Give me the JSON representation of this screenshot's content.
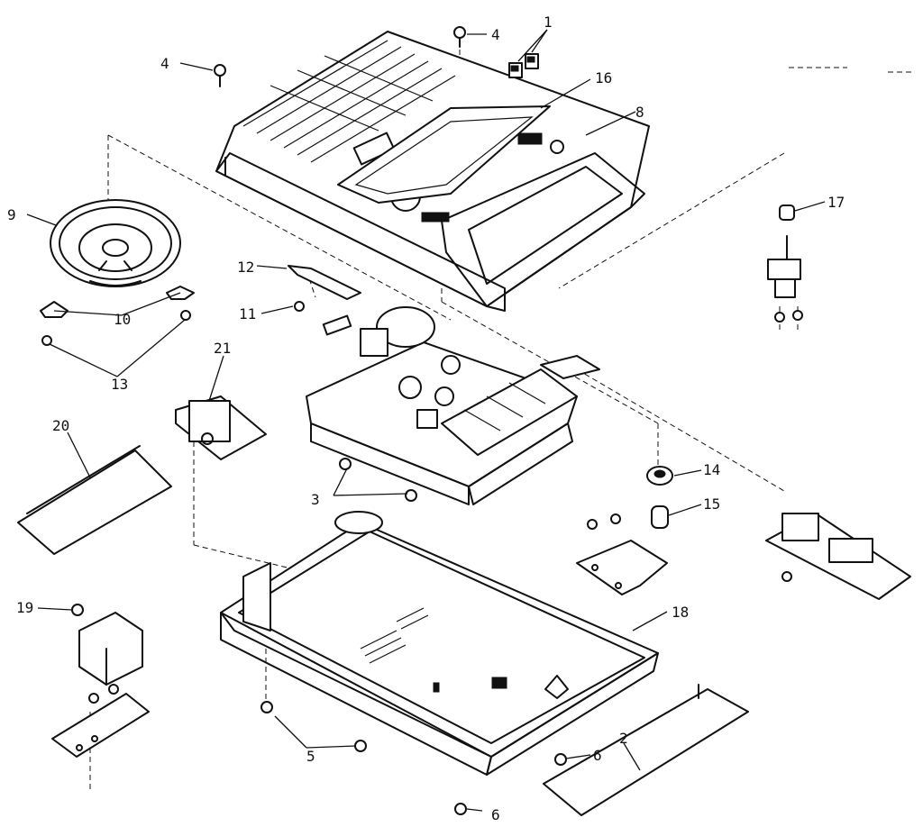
{
  "diagram": {
    "callouts": {
      "c1": "1",
      "c2": "2",
      "c3": "3",
      "c4a": "4",
      "c4b": "4",
      "c5": "5",
      "c6a": "6",
      "c6b": "6",
      "c8": "8",
      "c9": "9",
      "c10": "10",
      "c11": "11",
      "c12": "12",
      "c13": "13",
      "c14": "14",
      "c15": "15",
      "c16": "16",
      "c17": "17",
      "c18": "18",
      "c19": "19",
      "c20": "20",
      "c21": "21"
    },
    "colors": {
      "ink": "#111111",
      "paper": "#ffffff"
    }
  }
}
